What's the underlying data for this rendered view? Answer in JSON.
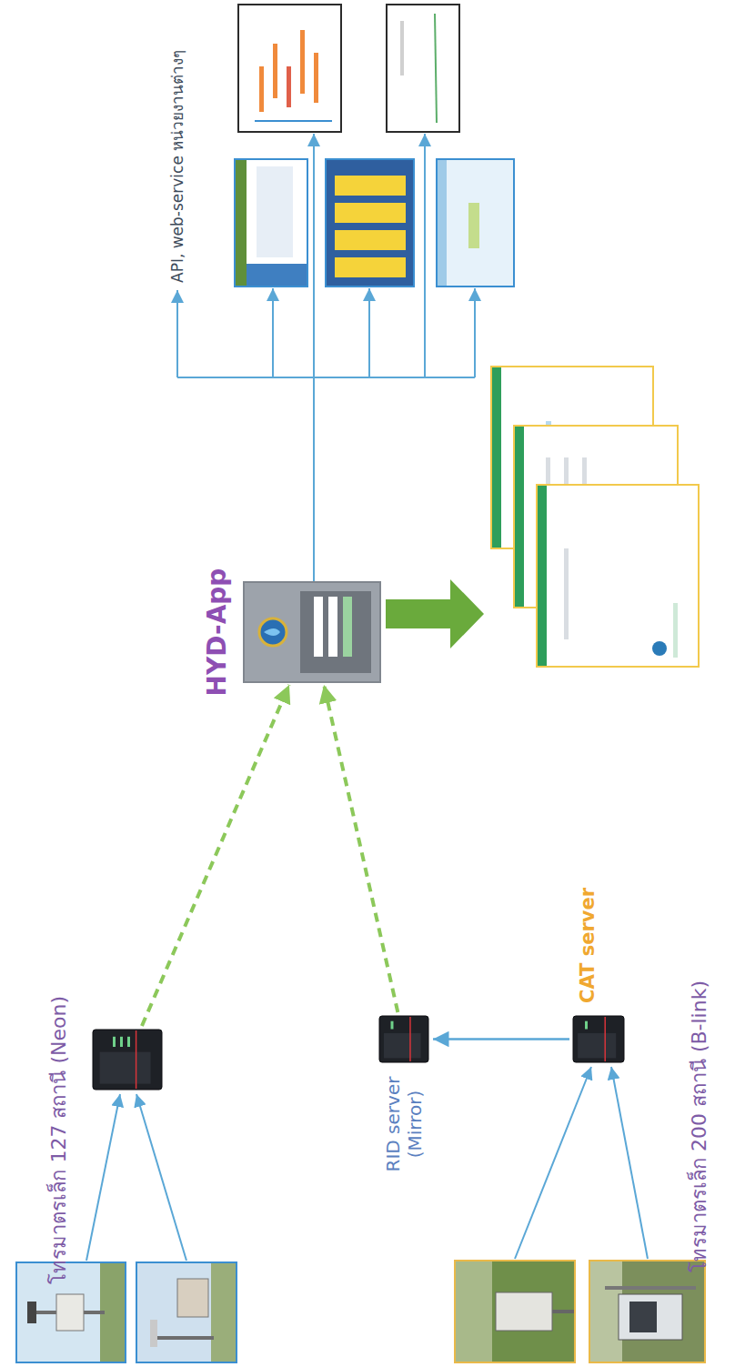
{
  "diagram": {
    "nodes": [
      {
        "text": [
          "โทรมาตรเล็ก 127 สถานี (Neon)"
        ]
      },
      {
        "text": [
          "RID server (Mirror)"
        ]
      },
      {
        "text": [
          "CAT server"
        ]
      },
      {
        "text": [
          "HYD-App"
        ]
      }
    ],
    "edges": [
      {
        "from": 2,
        "to": 1,
        "arrow": "to"
      },
      {
        "from": 0,
        "to": 3,
        "arrow": "to"
      },
      {
        "from": 1,
        "to": 3,
        "arrow": "to"
      }
    ],
    "labels": [
      "โทรมาตรเล็ก 200 สถานี (B-link)",
      "API, web-service หน่วยงานต่างๆ"
    ]
  }
}
